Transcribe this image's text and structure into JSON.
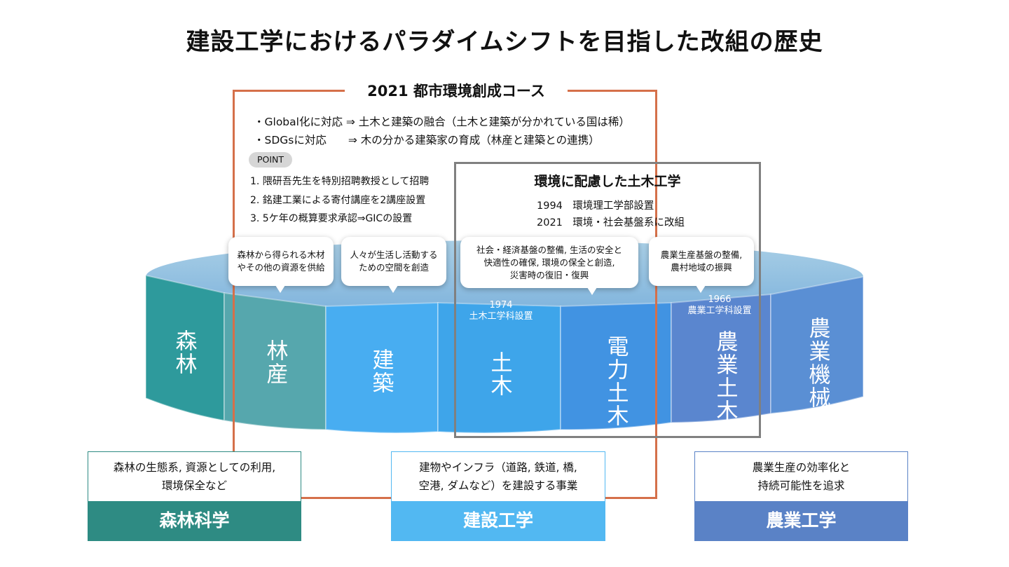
{
  "title": "建設工学におけるパラダイムシフトを目指した改組の歴史",
  "course": {
    "title": "2021 都市環境創成コース",
    "bullets": [
      "・Global化に対応 ⇒ 土木と建築の融合（土木と建築が分かれている国は稀）",
      "・SDGsに対応　　⇒ 木の分かる建築家の育成（林産と建築との連携）"
    ],
    "point_label": "POINT",
    "points": [
      "1. 隈研吾先生を特別招聘教授として招聘",
      "2. 銘建工業による寄付講座を2講座設置",
      "3. 5ケ年の概算要求承認⇒GICの設置"
    ]
  },
  "env": {
    "title": "環境に配慮した土木工学",
    "items": [
      "1994　環境理工学部設置",
      "2021　環境・社会基盤系に改組"
    ]
  },
  "segments": [
    {
      "label": "森林",
      "color": "#2e9a9c"
    },
    {
      "label": "林産",
      "color": "#56a7ad"
    },
    {
      "label": "建築",
      "color": "#48adf1"
    },
    {
      "label": "土木",
      "color": "#3ea5ea"
    },
    {
      "label": "電力土木",
      "color": "#4193e2"
    },
    {
      "label": "農業土木",
      "color": "#5a86cf"
    },
    {
      "label": "農業機械",
      "color": "#5a8fd4"
    }
  ],
  "years": {
    "doboku": "1974\n土木工学科設置",
    "nogyo": "1966\n農業工学科設置"
  },
  "bubbles": [
    "森林から得られる木材\nやその他の資源を供給",
    "人々が生活し活動する\nための空間を創造",
    "社会・経済基盤の整備, 生活の安全と\n快適性の確保, 環境の保全と創造,\n災害時の復旧・復興",
    "農業生産基盤の整備,\n農村地域の振興"
  ],
  "fields": [
    {
      "desc": "森林の生態系, 資源としての利用,\n環境保全など",
      "name": "森林科学",
      "color": "#2e8b83"
    },
    {
      "desc": "建物やインフラ（道路, 鉄道, 橋,\n空港, ダムなど）を建設する事業",
      "name": "建設工学",
      "color": "#52b8f2"
    },
    {
      "desc": "農業生産の効率化と\n持続可能性を追求",
      "name": "農業工学",
      "color": "#5a82c6"
    }
  ]
}
